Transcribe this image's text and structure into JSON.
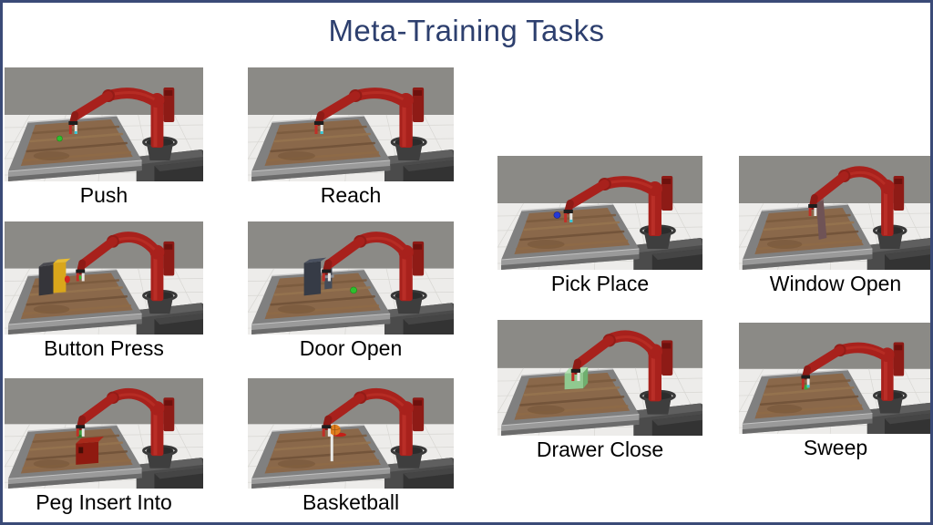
{
  "page": {
    "title": "Meta-Training Tasks",
    "scene_common": "red robot arm over wooden tray table on tiled floor"
  },
  "colors": {
    "title_navy": "#2D3F6E",
    "border_navy": "#3A4A77",
    "label_black": "#000000",
    "robot_red": "#A8211C",
    "wall_gray": "#8B8A86",
    "floor_light": "#EDECEA",
    "table_wood_brown": "#8A684A",
    "tray_rim_gray": "#808080",
    "goal_green": "#2EBF2E",
    "ball_blue": "#2438D8",
    "button_box_yellow": "#D9A61B",
    "button_red": "#CF2520",
    "door_slate": "#363B46",
    "drawer_green": "#90C990",
    "window_slab_mauve": "#6F5356",
    "peg_box_red": "#8F1A10",
    "peg_green": "#3F9F3D",
    "basketball_orange": "#DF7D1E",
    "hoop_red": "#C41F17"
  },
  "panels": [
    {
      "id": "push",
      "label": "Push",
      "scene": "green goal marker on table"
    },
    {
      "id": "reach",
      "label": "Reach",
      "scene": "gripper reaching down to table"
    },
    {
      "id": "pick_place",
      "label": "Pick Place",
      "scene": "blue ball beside gripper"
    },
    {
      "id": "window_open",
      "label": "Window Open",
      "scene": "window panel held by gripper"
    },
    {
      "id": "button_press",
      "label": "Button Press",
      "scene": "yellow box with red button"
    },
    {
      "id": "door_open",
      "label": "Door Open",
      "scene": "dark door cabinet and green goal marker"
    },
    {
      "id": "drawer_close",
      "label": "Drawer Close",
      "scene": "green drawer box on table"
    },
    {
      "id": "sweep",
      "label": "Sweep",
      "scene": "small green block under gripper"
    },
    {
      "id": "peg_insert_into",
      "label": "Peg Insert Into",
      "scene": "red box with hole and green peg"
    },
    {
      "id": "basketball",
      "label": "Basketball",
      "scene": "orange ball over red hoop on pole"
    }
  ]
}
